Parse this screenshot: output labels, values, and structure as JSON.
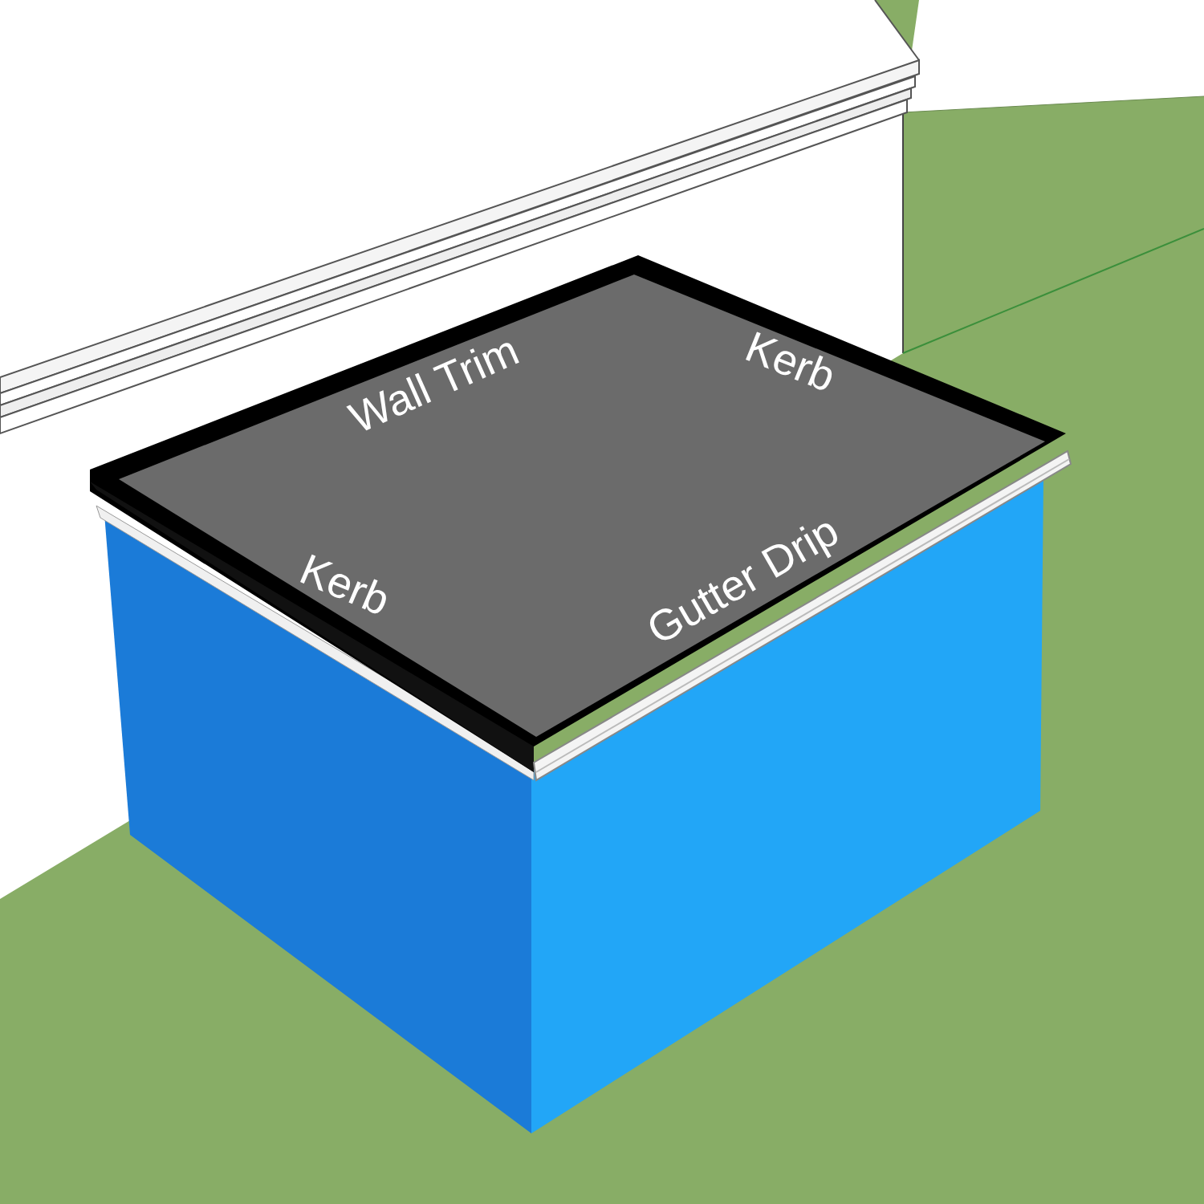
{
  "diagram": {
    "labels": [
      "Wall Trim",
      "Kerb",
      "Kerb",
      "Gutter Drip"
    ]
  }
}
